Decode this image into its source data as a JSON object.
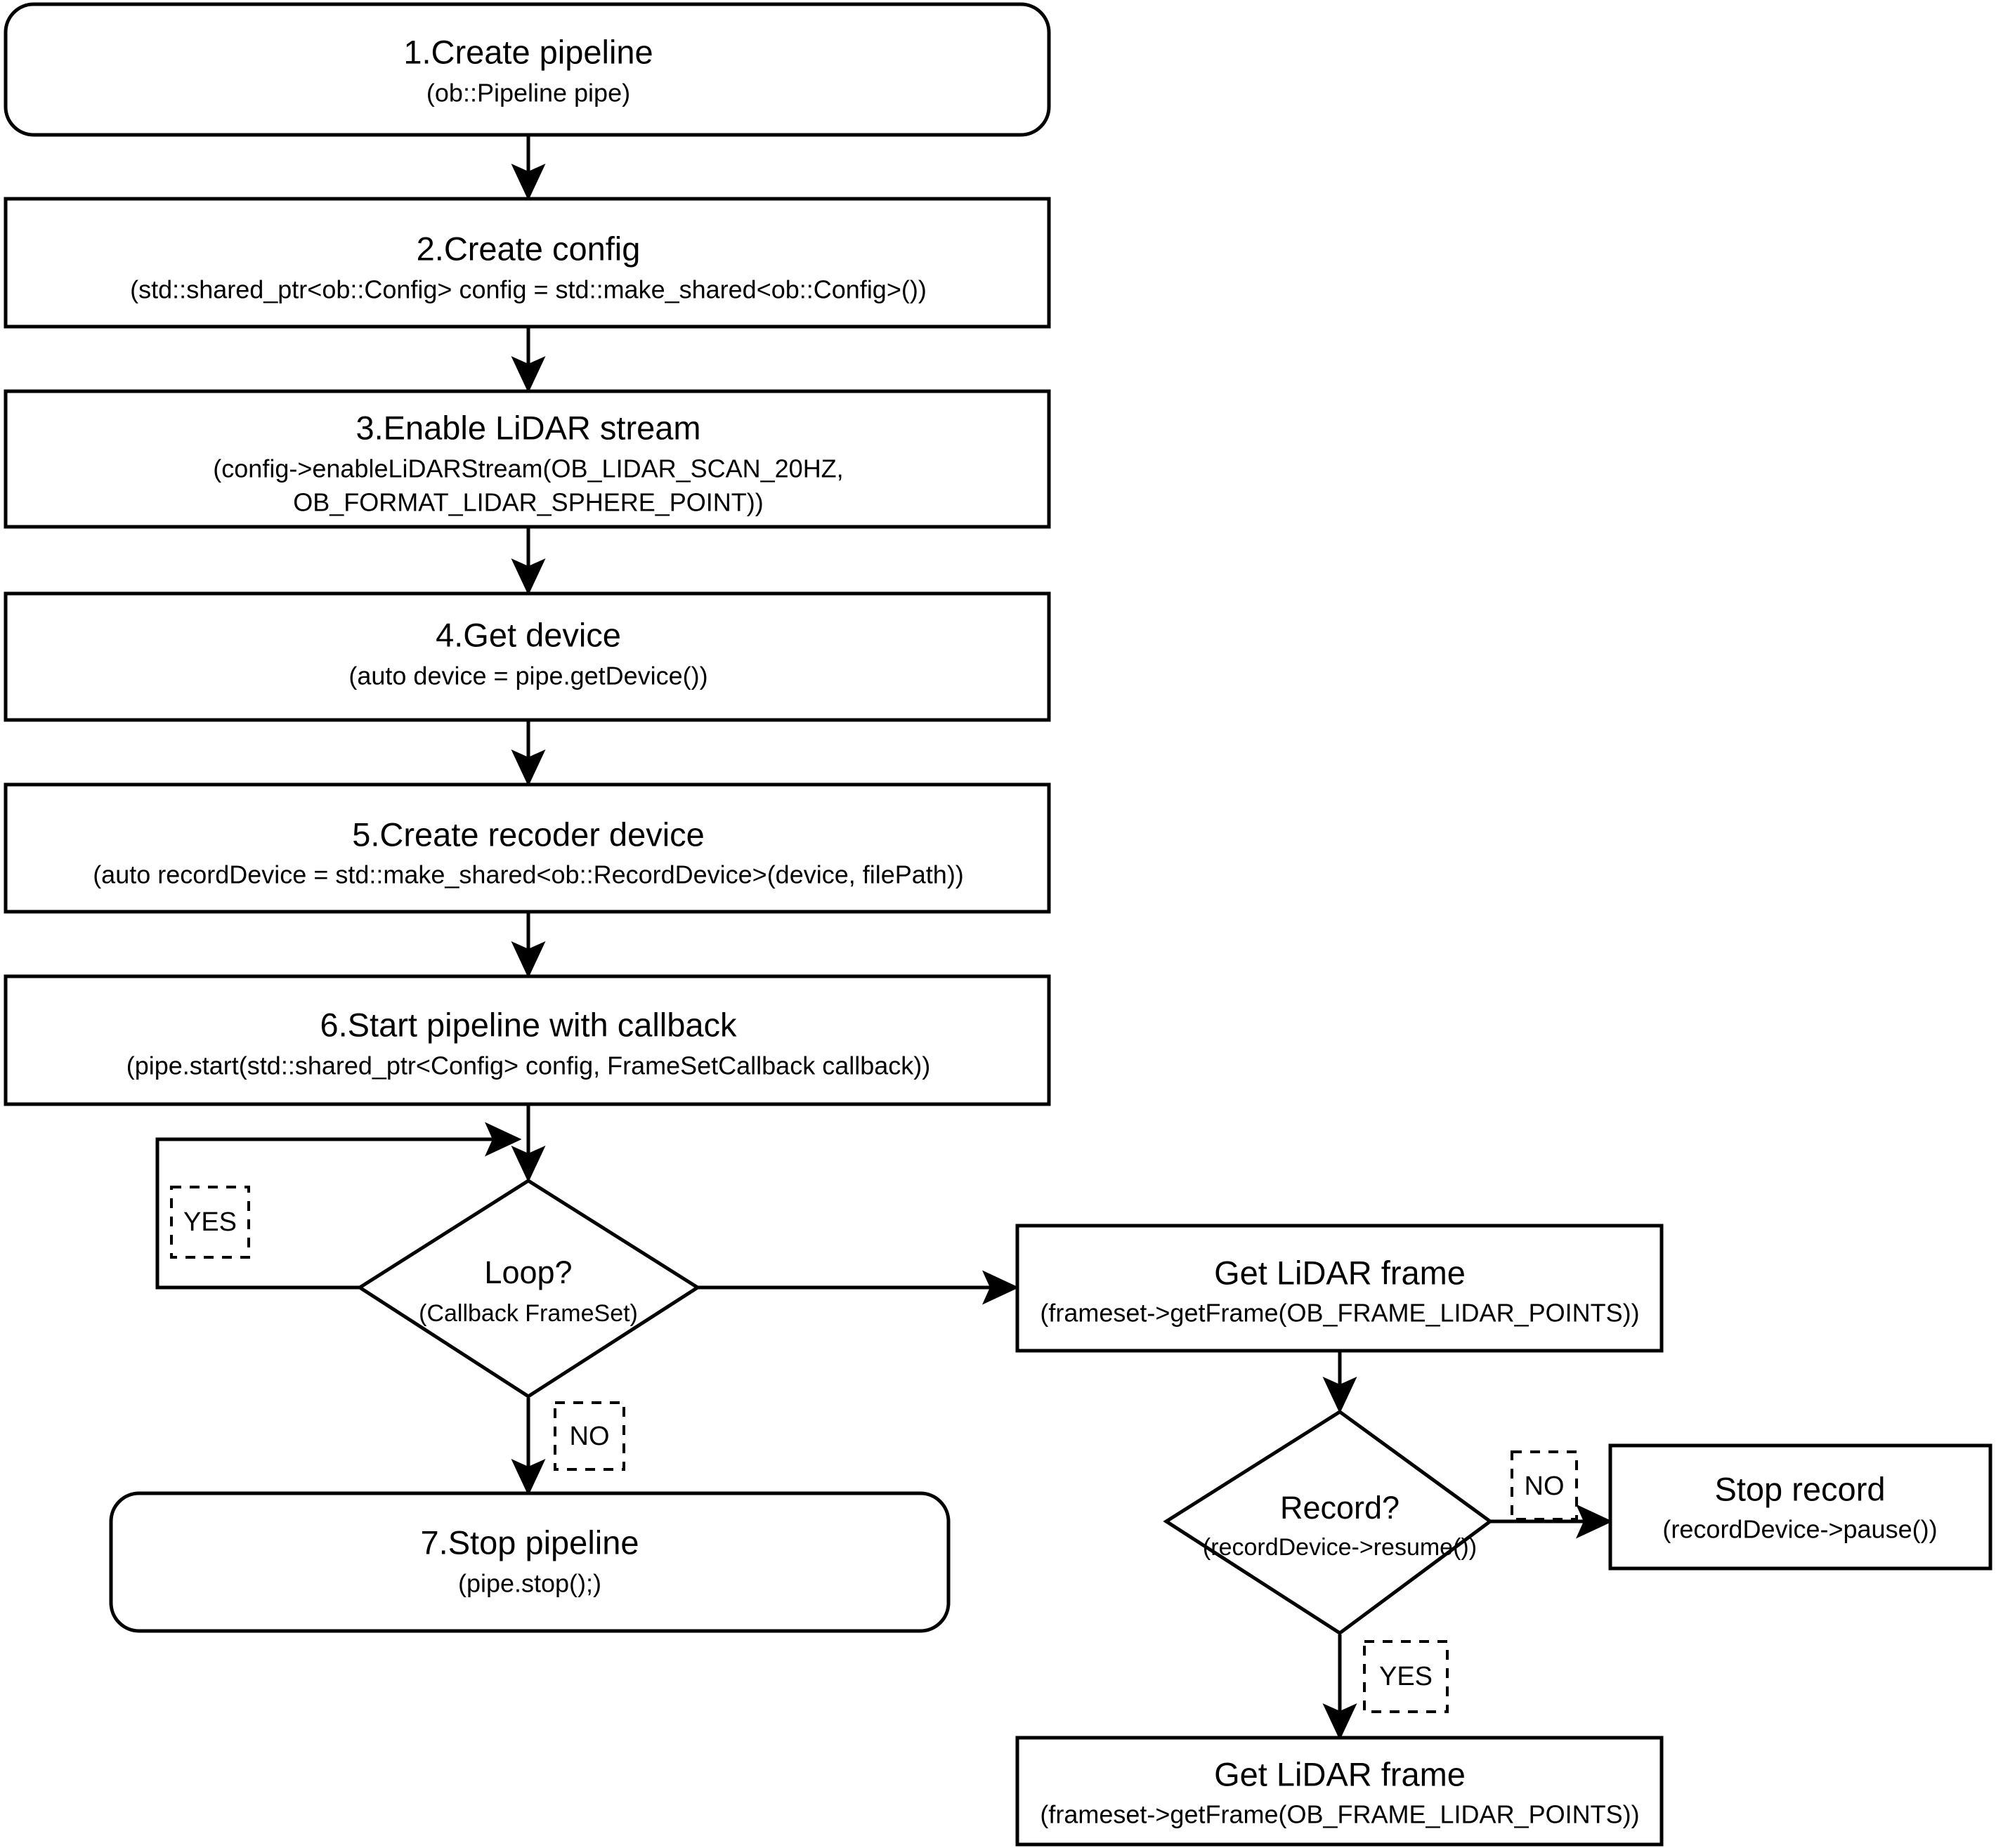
{
  "diagram": {
    "title": "LiDAR pipeline recording flowchart",
    "colors": {
      "background": "#ffffff",
      "stroke": "#000000",
      "fill": "#ffffff"
    },
    "nodes": {
      "n1": {
        "shape": "terminator",
        "title": "1.Create pipeline",
        "sub1": "(ob::Pipeline pipe)"
      },
      "n2": {
        "shape": "process",
        "title": "2.Create config",
        "sub1": "(std::shared_ptr<ob::Config> config = std::make_shared<ob::Config>())"
      },
      "n3": {
        "shape": "process",
        "title": "3.Enable LiDAR stream",
        "sub1": "(config->enableLiDARStream(OB_LIDAR_SCAN_20HZ,",
        "sub2": "OB_FORMAT_LIDAR_SPHERE_POINT))"
      },
      "n4": {
        "shape": "process",
        "title": "4.Get device",
        "sub1": "(auto device = pipe.getDevice())"
      },
      "n5": {
        "shape": "process",
        "title": "5.Create recoder device",
        "sub1": "(auto recordDevice = std::make_shared<ob::RecordDevice>(device, filePath))"
      },
      "n6": {
        "shape": "process",
        "title": "6.Start pipeline with callback",
        "sub1": "(pipe.start(std::shared_ptr<Config> config, FrameSetCallback callback))"
      },
      "loop": {
        "shape": "decision",
        "title": "Loop?",
        "sub1": "(Callback FrameSet)"
      },
      "n7": {
        "shape": "terminator",
        "title": "7.Stop pipeline",
        "sub1": "(pipe.stop();)"
      },
      "getframe_top": {
        "shape": "process",
        "title": "Get LiDAR frame",
        "sub1": "(frameset->getFrame(OB_FRAME_LIDAR_POINTS))"
      },
      "record": {
        "shape": "decision",
        "title": "Record?",
        "sub1": "(recordDevice->resume())"
      },
      "stop_record": {
        "shape": "process",
        "title": "Stop record",
        "sub1": "(recordDevice->pause())"
      },
      "getframe_bottom": {
        "shape": "process",
        "title": "Get LiDAR frame",
        "sub1": "(frameset->getFrame(OB_FRAME_LIDAR_POINTS))"
      }
    },
    "edge_labels": {
      "loop_yes": "YES",
      "loop_no": "NO",
      "record_no": "NO",
      "record_yes": "YES"
    }
  }
}
